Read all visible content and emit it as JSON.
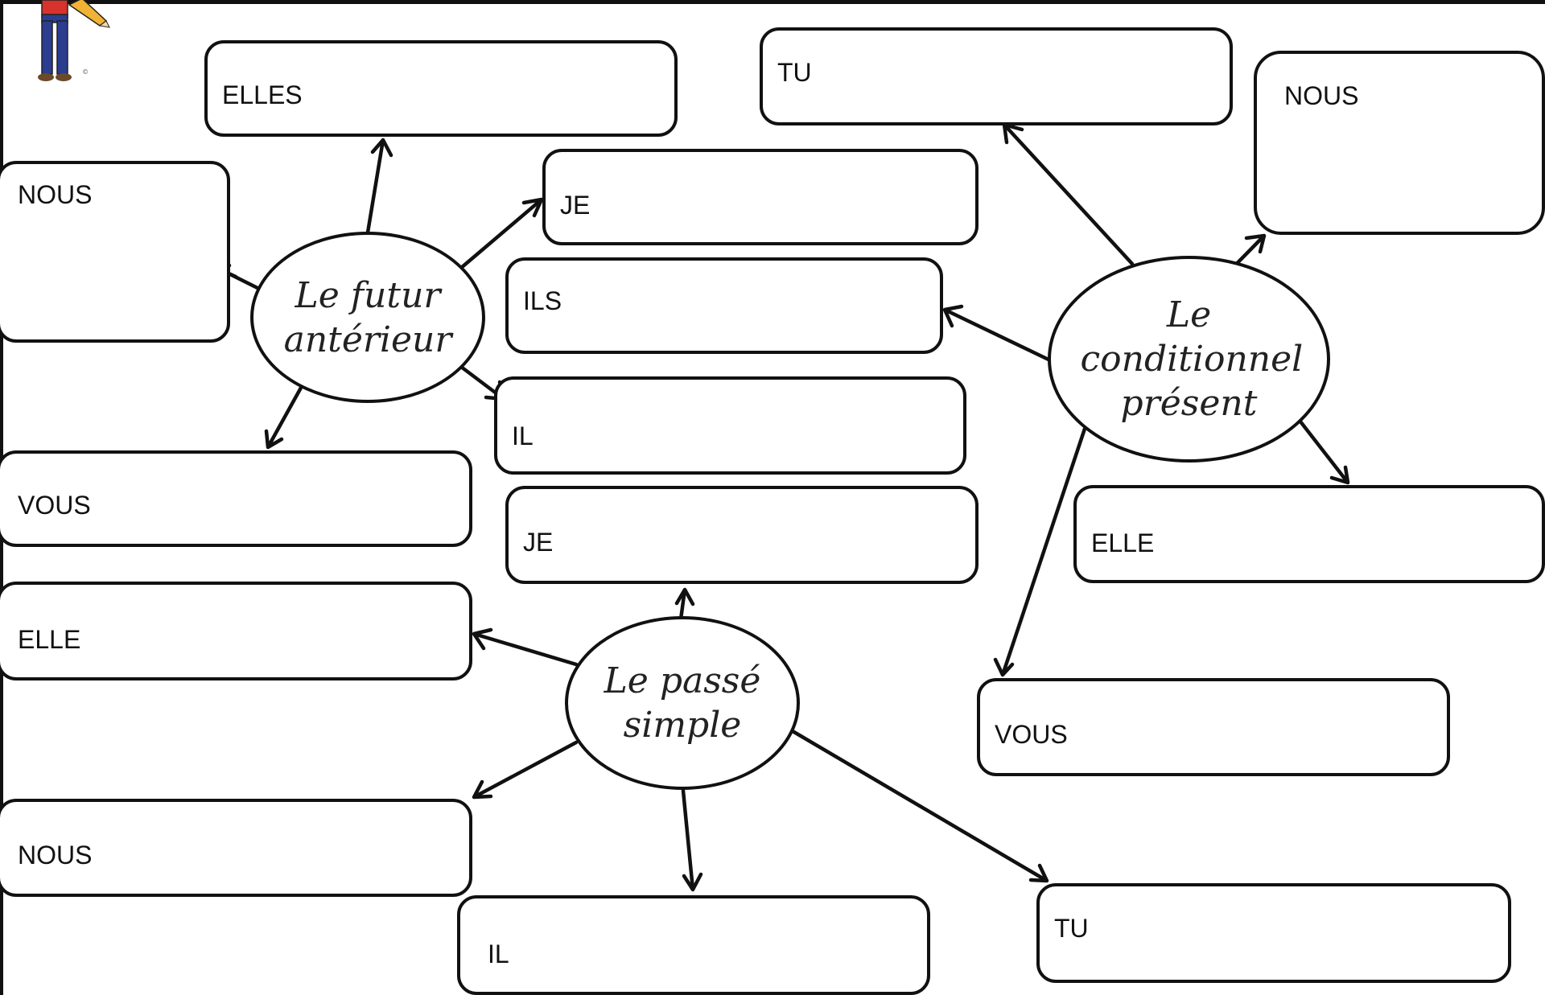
{
  "tenses": {
    "futur_anterieur": "Le futur antérieur",
    "conditionnel_present": "Le conditionnel présent",
    "passe_simple": "Le passé simple"
  },
  "boxes": {
    "fa_elles": "ELLES",
    "fa_nous": "NOUS",
    "fa_je": "JE",
    "fa_il": "IL",
    "fa_vous": "VOUS",
    "cp_tu": "TU",
    "cp_nous": "NOUS",
    "cp_ils": "ILS",
    "cp_elle": "ELLE",
    "cp_vous": "VOUS",
    "ps_je": "JE",
    "ps_elle": "ELLE",
    "ps_nous": "NOUS",
    "ps_il": "IL",
    "ps_tu": "TU"
  },
  "colors": {
    "stroke": "#111111",
    "kid_shirt": "#d8322c",
    "kid_pants": "#2a3d8f",
    "pencil": "#f2b233"
  }
}
